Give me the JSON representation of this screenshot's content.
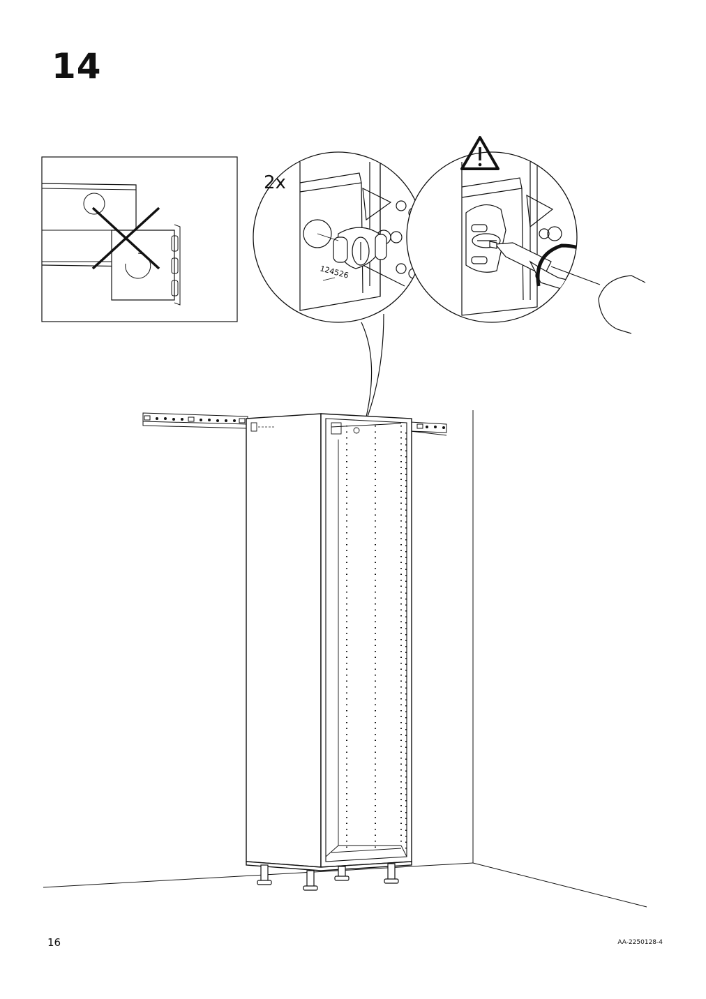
{
  "step": {
    "number": "14"
  },
  "detail": {
    "quantity": "2x",
    "part_number": "124526"
  },
  "footer": {
    "page_number": "16",
    "doc_code": "AA-2250128-4"
  },
  "icons": [
    "warning-triangle-icon",
    "do-not-cross-icon",
    "screwdriver-icon",
    "rotate-arrow-icon"
  ]
}
